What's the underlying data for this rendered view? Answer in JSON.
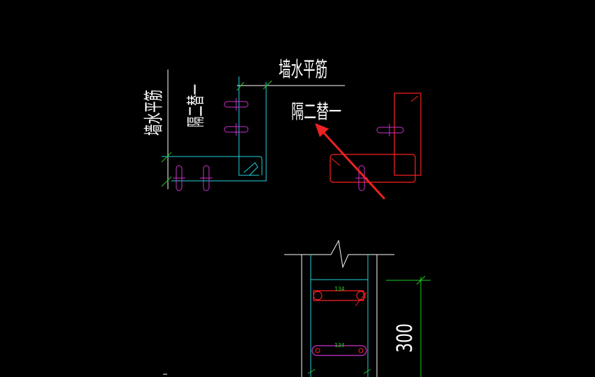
{
  "labels": {
    "top_horizontal": "墙水平筋",
    "top_spacing": "隔二替一",
    "left_vertical": "墙水平筋",
    "left_spacing": "隔二替一",
    "tag_upper": "134",
    "tag_lower": "134",
    "dimension": "300"
  },
  "colors": {
    "background": "#000000",
    "outline": "#ffffff",
    "wall_bar": "#22d3e0",
    "tie": "#cc33cc",
    "highlight": "#ff2020",
    "dimension": "#22cc22",
    "arrow": "#ee2222",
    "text": "#ffffff"
  }
}
